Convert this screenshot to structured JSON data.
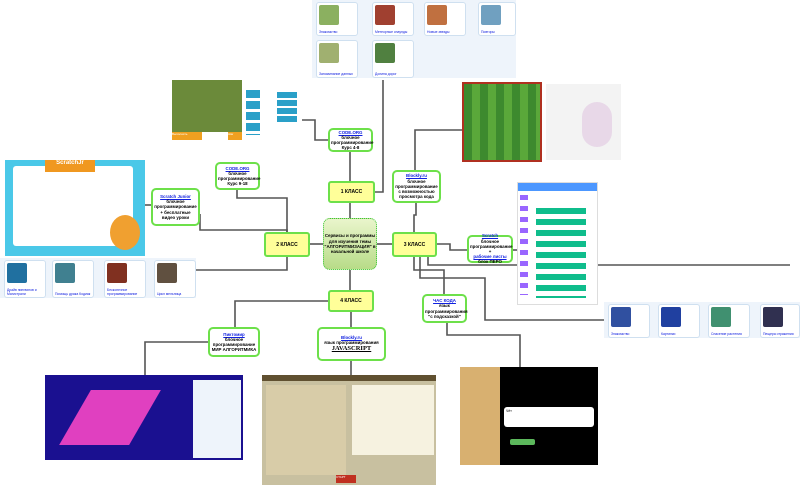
{
  "center": "Сервисы и программы для изучения темы \"АЛГОРИТМИЗАЦИЯ\" в начальной школе",
  "grades": {
    "g1": "1 КЛАСС",
    "g2": "2 КЛАСС",
    "g3": "3 КЛАСС",
    "g4": "4 КЛАСС"
  },
  "nodes": {
    "code48": {
      "link": "CODE.ORG",
      "text": "блочное программирование Курс 4-8"
    },
    "code918": {
      "link": "CODE.ORG",
      "text": "блочное программирование Курс 9-18"
    },
    "scratchjr": {
      "link": "Scratch Junior",
      "text": "блочное программирование + бесплатные видео уроки"
    },
    "blockly3": {
      "link": "Blockly.ru",
      "text": "блочное программирование с возможностью просмотра кода"
    },
    "scratch": {
      "link": "Scratch",
      "pre": "блочное программирование +",
      "link2": "рабочие листы",
      "post": "блок ПЕРО"
    },
    "hourcode": {
      "link": "ЧАС КОДА",
      "text": "язык программирования \"с подсказкой\""
    },
    "pictomir": {
      "link": "Пиктомир",
      "text": "блочное программирование МИР АЛГОРИТМИКА"
    },
    "blocklyjs": {
      "link": "Blockly.ru",
      "text": "язык программирования",
      "lang": "JAVASCRIPT"
    }
  },
  "top_cards": [
    "Знакомство",
    "Метеорные спаунды",
    "Новые звезды",
    "Повторы",
    "Запоминание данных",
    "Долина дорог"
  ],
  "left_cards": [
    "Драйв пингвинов и Магистрали",
    "Помощь драка Кодиак",
    "Бесконечное программирование",
    "Цикл мельница"
  ],
  "right_cards": [
    "Знакомство",
    "Картинки",
    "Спасение растения",
    "Пещера отражения"
  ],
  "shots": {
    "game_run": "Выполнить",
    "game_step": "Шаг",
    "js_start": "СТАРТ",
    "hour_text": "Чёт",
    "scratchjr_title": "ScratchJr"
  }
}
